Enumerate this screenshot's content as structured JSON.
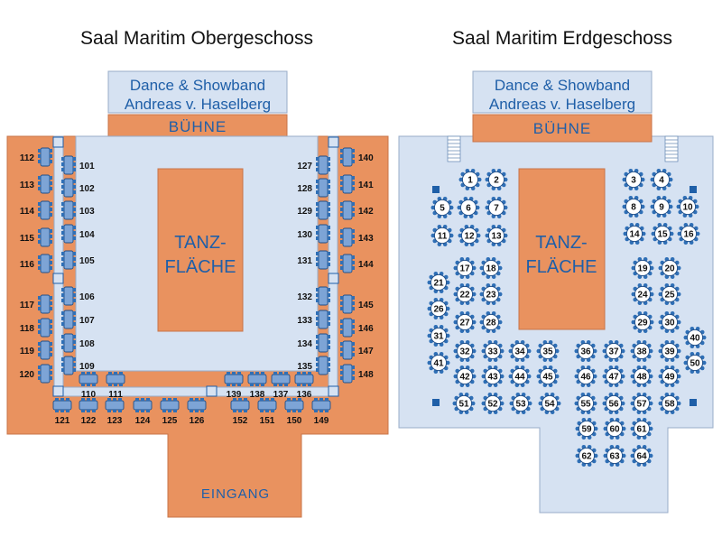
{
  "colors": {
    "orange": "#e9925f",
    "orange_stroke": "#c8744a",
    "floor": "#d6e2f2",
    "floor_stroke": "#98acc8",
    "band_box": "#d6e2f2",
    "text_blue": "#1f5fa8",
    "table_blue": "#7da4d6",
    "table_stroke": "#1f4f8a",
    "chair_blue": "#2f6fb6",
    "marker": "#1f5fa8"
  },
  "upper": {
    "title": "Saal Maritim Obergeschoss",
    "band_line1": "Dance & Showband",
    "band_line2": "Andreas v. Haselberg",
    "stage_label": "BÜHNE",
    "dance_line1": "TANZ-",
    "dance_line2": "FLÄCHE",
    "entrance_label": "EINGANG",
    "tables": [
      "101",
      "102",
      "103",
      "104",
      "105",
      "106",
      "107",
      "108",
      "109",
      "110",
      "111",
      "112",
      "113",
      "114",
      "115",
      "116",
      "117",
      "118",
      "119",
      "120",
      "121",
      "122",
      "123",
      "124",
      "125",
      "126",
      "127",
      "128",
      "129",
      "130",
      "131",
      "132",
      "133",
      "134",
      "135",
      "136",
      "137",
      "138",
      "139",
      "140",
      "141",
      "142",
      "143",
      "144",
      "145",
      "146",
      "147",
      "148",
      "149",
      "150",
      "151",
      "152"
    ]
  },
  "lower": {
    "title": "Saal Maritim Erdgeschoss",
    "band_line1": "Dance & Showband",
    "band_line2": "Andreas v. Haselberg",
    "stage_label": "BÜHNE",
    "dance_line1": "TANZ-",
    "dance_line2": "FLÄCHE",
    "tables": [
      "1",
      "2",
      "3",
      "4",
      "5",
      "6",
      "7",
      "8",
      "9",
      "10",
      "11",
      "12",
      "13",
      "14",
      "15",
      "16",
      "17",
      "18",
      "19",
      "20",
      "21",
      "22",
      "23",
      "24",
      "25",
      "26",
      "27",
      "28",
      "29",
      "30",
      "31",
      "32",
      "33",
      "34",
      "35",
      "36",
      "37",
      "38",
      "39",
      "40",
      "41",
      "42",
      "43",
      "44",
      "45",
      "46",
      "47",
      "48",
      "49",
      "50",
      "51",
      "52",
      "53",
      "54",
      "55",
      "56",
      "57",
      "58",
      "59",
      "60",
      "61",
      "62",
      "63",
      "64"
    ]
  }
}
